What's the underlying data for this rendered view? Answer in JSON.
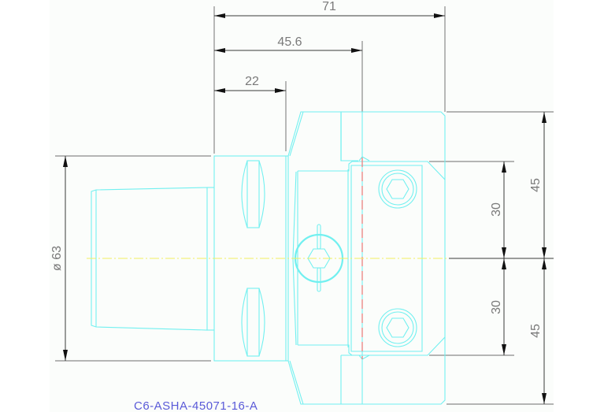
{
  "drawing": {
    "part_number": "C6-ASHA-45071-16-A",
    "background": "#fbfdfb",
    "colors": {
      "outline": "#72f0f0",
      "centerline": "#f0f060",
      "hidden_line": "#f08080",
      "dimension": "#3a3a3a",
      "dimension_text": "#7a7a7a",
      "label": "#5a5ad8"
    }
  },
  "dimensions": {
    "overall_length": "71",
    "blade_offset": "45.6",
    "shank_length": "22",
    "diameter": "ø 63",
    "upper_screw_offset": "30",
    "lower_screw_offset": "30",
    "upper_half_height": "45",
    "lower_half_height": "45"
  }
}
